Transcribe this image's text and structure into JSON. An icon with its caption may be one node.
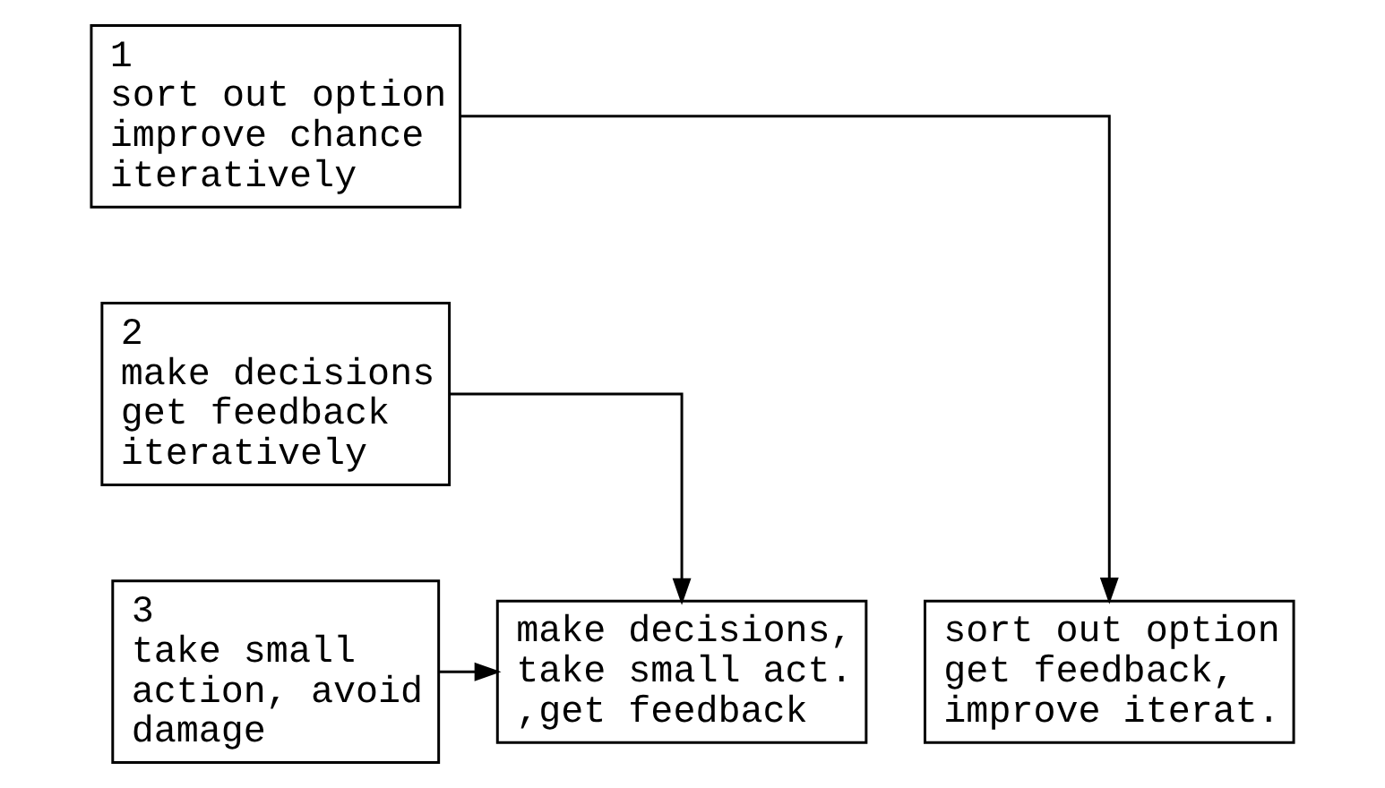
{
  "diagram": {
    "nodes": [
      {
        "text": [
          "1",
          "sort out option improve chance iteratively"
        ]
      },
      {
        "text": [
          "2",
          "make decisions get feedback iteratively"
        ]
      },
      {
        "text": [
          "3",
          "take small action, avoid damage"
        ]
      },
      {
        "text": [
          "make decisions, take small act. ,get feedback"
        ]
      },
      {
        "text": [
          "sort out option get feedback, improve iterat."
        ]
      }
    ],
    "edges": [
      {
        "from": 0,
        "to": 4,
        "arrow": "to"
      },
      {
        "from": 1,
        "to": 3,
        "arrow": "to"
      },
      {
        "from": 2,
        "to": 3,
        "arrow": "to"
      }
    ]
  }
}
